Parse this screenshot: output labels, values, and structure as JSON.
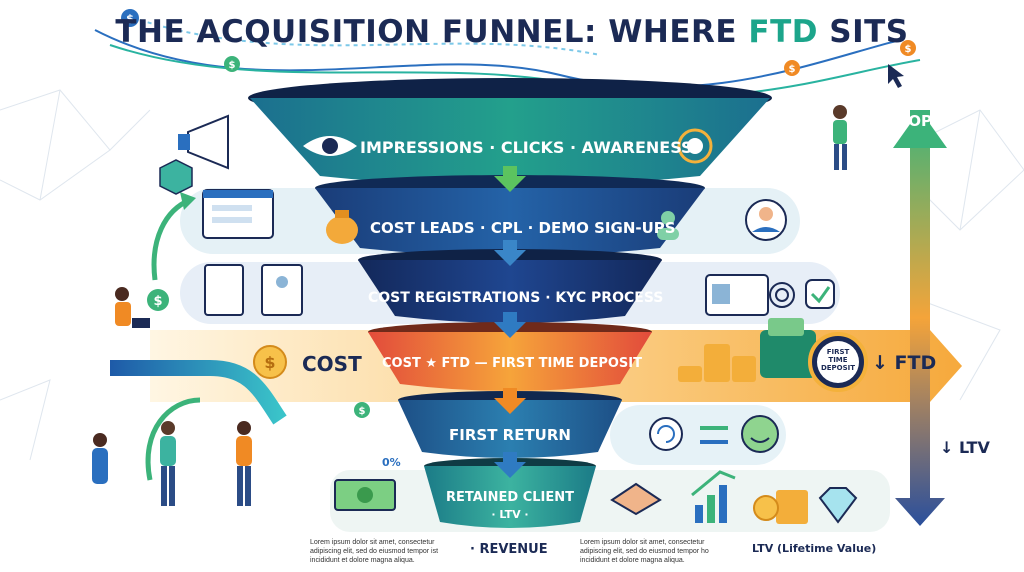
{
  "title": {
    "main": "THE ACQUISITION FUNNEL: WHERE ",
    "highlight": "FTD",
    "end": " SITS"
  },
  "stages": [
    {
      "label": "IMPRESSIONS · CLICKS · AWARENESS"
    },
    {
      "label": "COST LEADS · CPL · DEMO SIGN-UPS"
    },
    {
      "label": "COST REGISTRATIONS · KYC PROCESS"
    },
    {
      "label": "COST ★ FTD — FIRST TIME DEPOSIT"
    },
    {
      "label": "FIRST RETURN"
    },
    {
      "label": "RETAINED CLIENT",
      "sub": "· LTV ·"
    }
  ],
  "axis": {
    "top": "TOP",
    "ftd": "↓ FTD",
    "ltv": "↓ LTV"
  },
  "badge": {
    "line1": "FIRST",
    "line2": "TIME",
    "line3": "DEPOSIT"
  },
  "cost_label": "COST",
  "percent": "0%",
  "footer": {
    "lorem1": [
      "Lorem ipsum dolor sit amet, consectetur",
      "adipiscing elit, sed do eiusmod tempor ist",
      "incididunt et dolore magna aliqua."
    ],
    "revenue": "· REVENUE",
    "lorem2": [
      "Lorem ipsum dolor sit amet, consectetur",
      "adipiscing elit, sed do eiusmod tempor ho",
      "incididunt et dolore magna aliqua."
    ],
    "ltv": "LTV (Lifetime Value)"
  },
  "colors": {
    "navy": "#1b2a55",
    "teal": "#1ca58b",
    "orange": "#f08a24",
    "green": "#5cc35f"
  }
}
